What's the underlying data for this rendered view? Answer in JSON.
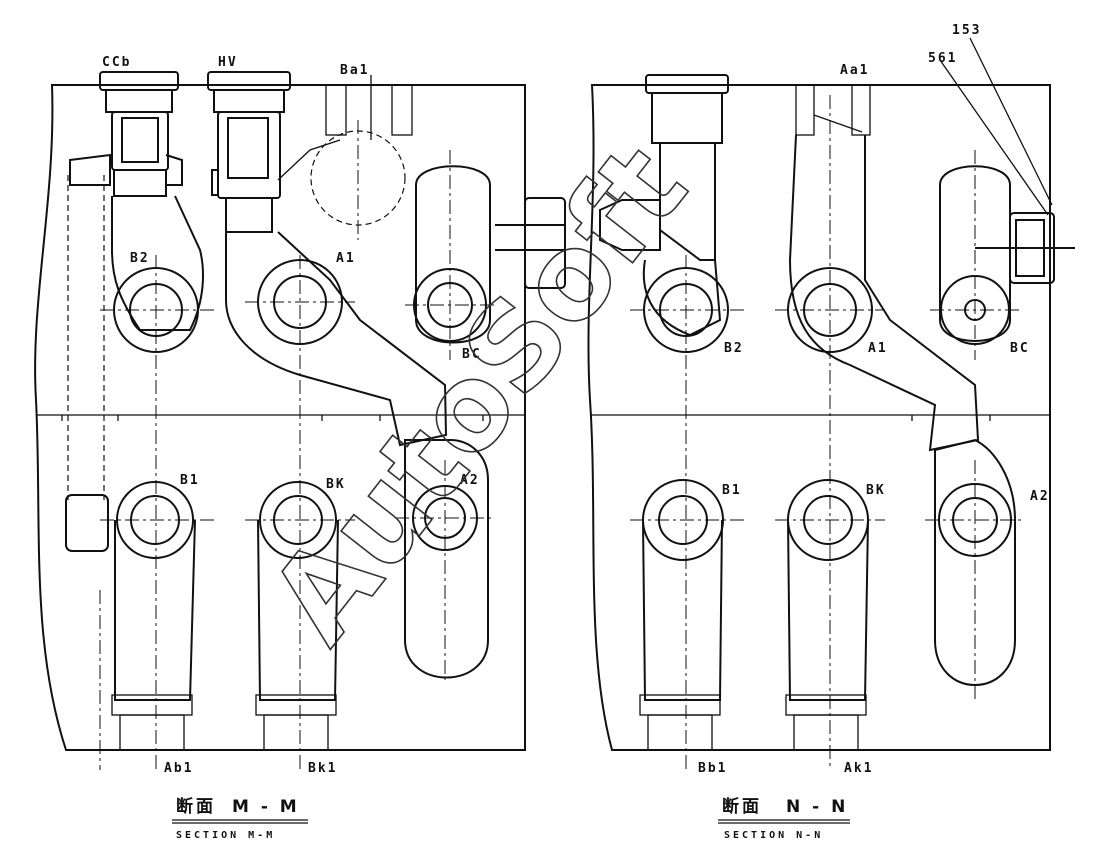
{
  "sections": [
    {
      "id": "M-M",
      "caption_jp": "断面",
      "caption_mark": "M - M",
      "caption_en": "SECTION M-M",
      "labels": {
        "ccb": "CCb",
        "hv": "HV",
        "ba1": "Ba1",
        "b2": "B2",
        "a1": "A1",
        "bc": "BC",
        "b1": "B1",
        "bk": "BK",
        "a2": "A2",
        "ab1": "Ab1",
        "bk1": "Bk1"
      }
    },
    {
      "id": "N-N",
      "caption_jp": "断面",
      "caption_mark": "N - N",
      "caption_en": "SECTION N-N",
      "labels": {
        "aa1": "Aa1",
        "b2": "B2",
        "a1": "A1",
        "bc": "BC",
        "b1": "B1",
        "bk": "BK",
        "a2": "A2",
        "bb1": "Bb1",
        "ak1": "Ak1"
      }
    }
  ],
  "callouts": {
    "p153": "153",
    "p561": "561"
  },
  "watermark": "AutoSoft"
}
